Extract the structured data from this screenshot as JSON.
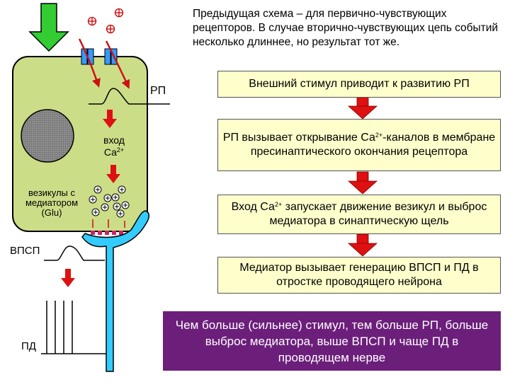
{
  "intro_text": "Предыдущая схема – для первично-чувствующих рецепторов. В случае вторично-чувствующих цепь событий несколько длиннее, но результат тот же.",
  "steps": [
    {
      "text": "Внешний стимул приводит к развитию РП"
    },
    {
      "pre": "РП вызывает открывание Са",
      "sup": "2+",
      "post": "-каналов в мембране пресинаптического окончания рецептора"
    },
    {
      "pre": "Вход Са",
      "sup": "2+",
      "post": " запускает движение везикул и выброс медиатора в синаптическую щель"
    },
    {
      "text": "Медиатор вызывает генерацию ВПСП и ПД в отростке проводящего нейрона"
    }
  ],
  "conclusion": "Чем больше (сильнее) стимул, тем больше РП, больше выброс медиатора, выше ВПСП и чаще ПД в проводящем нерве",
  "labels": {
    "rp": "РП",
    "ca_entry_line1": "вход",
    "ca_entry_line2": "Са",
    "ca_sup": "2+",
    "vesicles_line1": "везикулы с",
    "vesicles_line2": "медиатором",
    "vesicles_line3": "(Glu)",
    "epsp": "ВПСП",
    "ap": "ПД"
  },
  "colors": {
    "cell": "#ccdd88",
    "neuron": "#33ccff",
    "nucleus": "#888888",
    "stimulus_arrow": "#33cc33",
    "red_arrow": "#dd1111",
    "box_fill": "#ffffcc",
    "conclusion_fill": "#6b1f7a",
    "channel": "#3399ff"
  }
}
